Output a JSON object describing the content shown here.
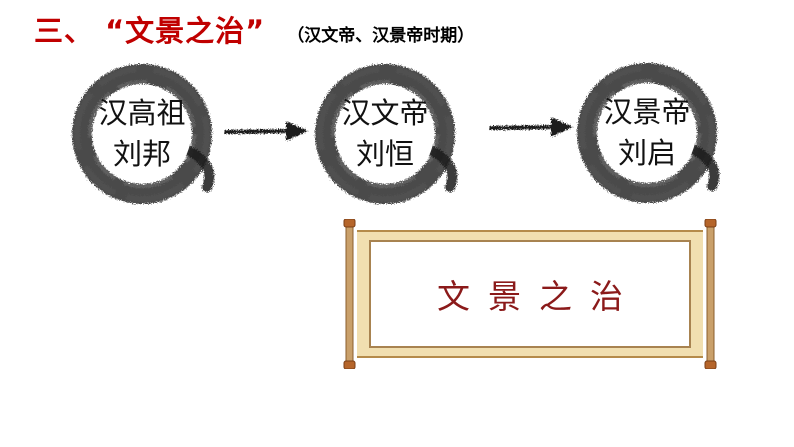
{
  "title": {
    "main": "三、  “文景之治”",
    "sub": "（汉文帝、汉景帝时期）"
  },
  "rulers": [
    {
      "title": "汉高祖",
      "name": "刘邦"
    },
    {
      "title": "汉文帝",
      "name": "刘恒"
    },
    {
      "title": "汉景帝",
      "name": "刘启"
    }
  ],
  "scroll": {
    "text": "文景之治"
  },
  "colors": {
    "title_red": "#c00000",
    "scroll_text": "#8b1a1a",
    "scroll_paper": "#f1dfb0"
  }
}
